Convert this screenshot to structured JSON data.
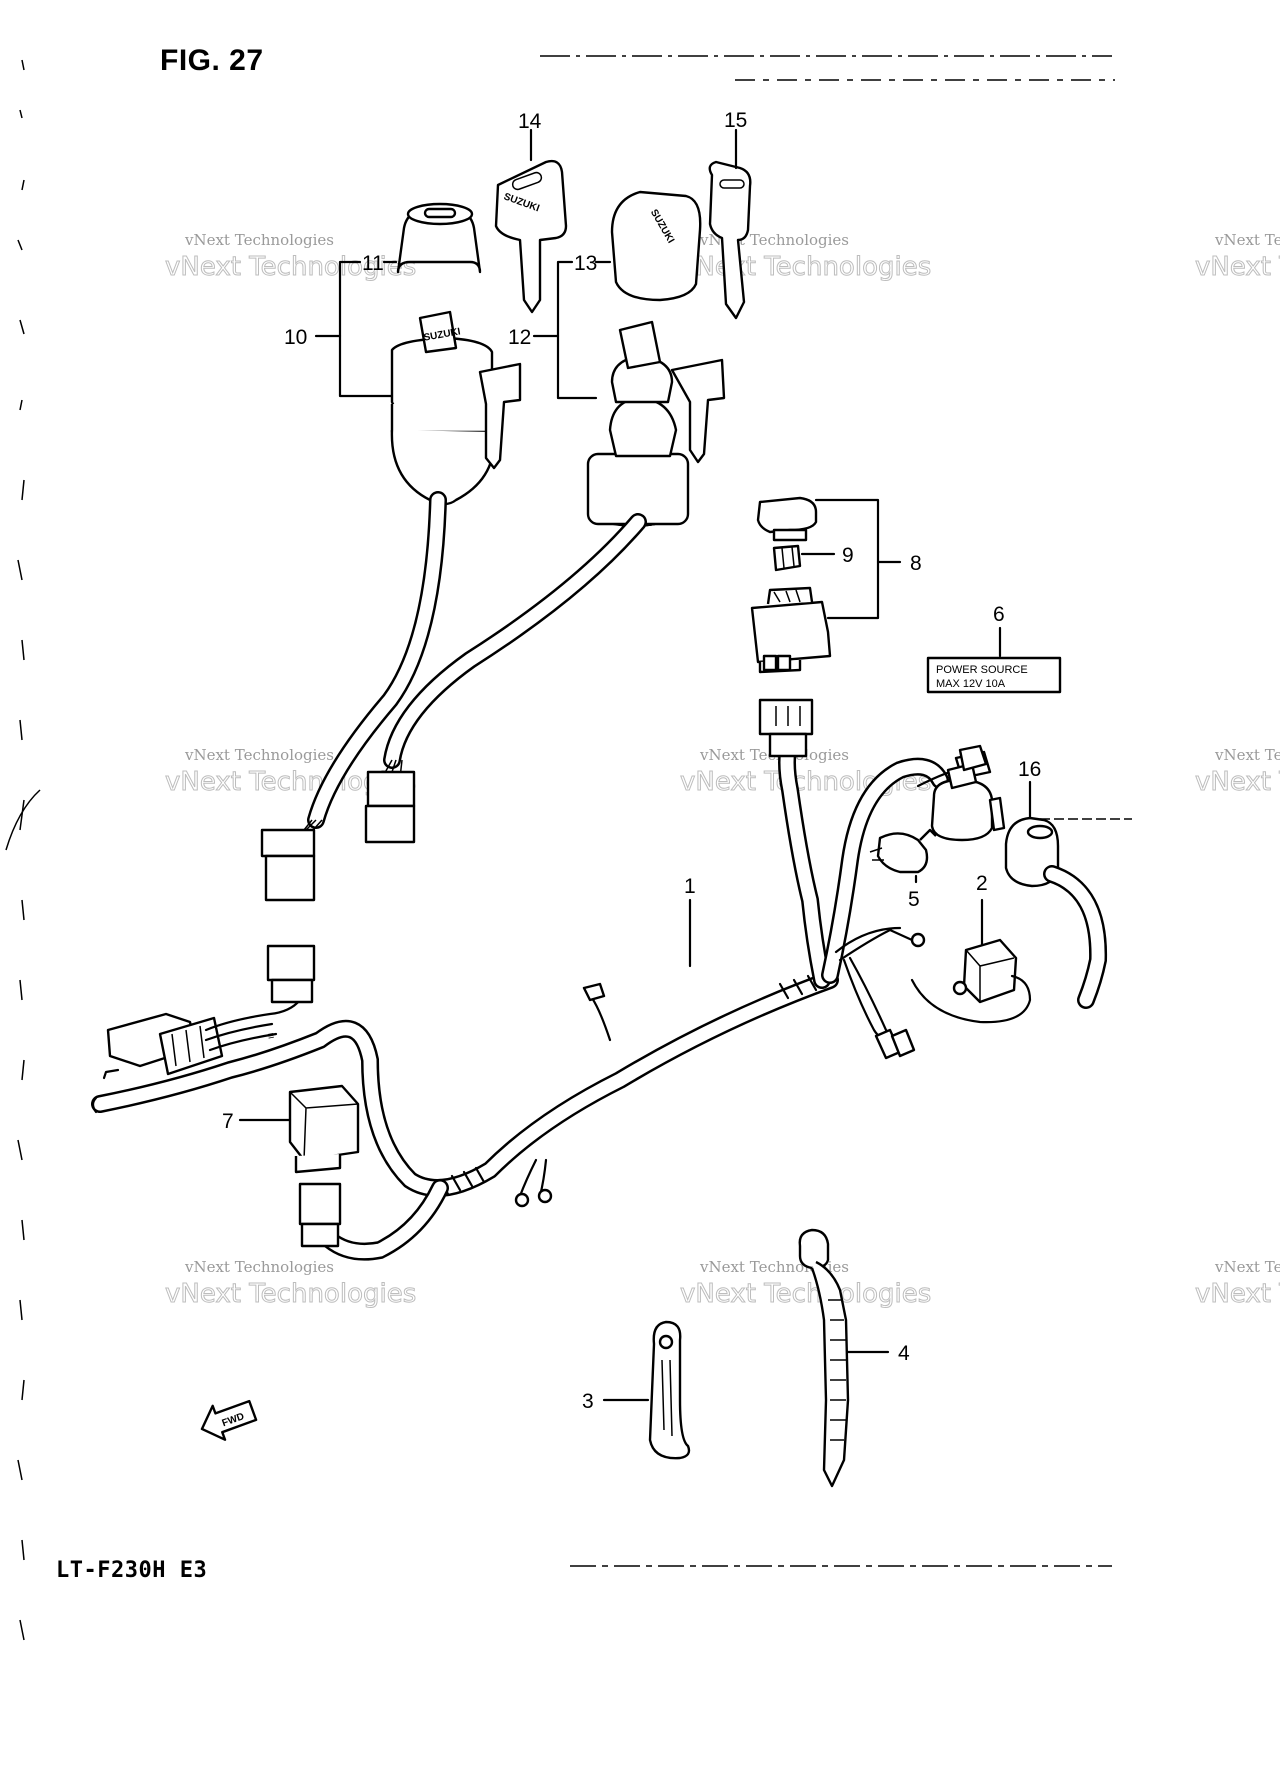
{
  "figure_title": "FIG. 27",
  "model_code": "LT-F230H  E3",
  "watermark": {
    "line1": "vNext Technologies",
    "line2": "vNext Technologies"
  },
  "callouts": [
    "1",
    "2",
    "3",
    "4",
    "5",
    "6",
    "7",
    "8",
    "9",
    "10",
    "11",
    "12",
    "13",
    "14",
    "15",
    "16"
  ],
  "power_label": {
    "line1": "POWER   SOURCE",
    "line2": "MAX      12V  10A"
  },
  "key_brand": "SUZUKI",
  "direction_arrow_label": "FWD"
}
